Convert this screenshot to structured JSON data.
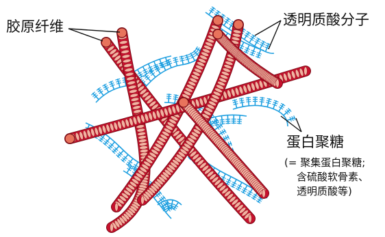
{
  "labels": {
    "collagen": "胶原纤维",
    "hyaluronic": "透明质酸分子",
    "proteoglycan": "蛋白聚糖",
    "note_line1": "(= 聚集蛋白聚糖;",
    "note_line2": "含硫酸软骨素、",
    "note_line3": "透明质酸等)"
  },
  "colors": {
    "fiber_dark": "#c8102e",
    "fiber_light": "#f2b3a2",
    "fiber_end": "#e8735c",
    "glycan": "#1e9fe0",
    "leader": "#111111"
  }
}
